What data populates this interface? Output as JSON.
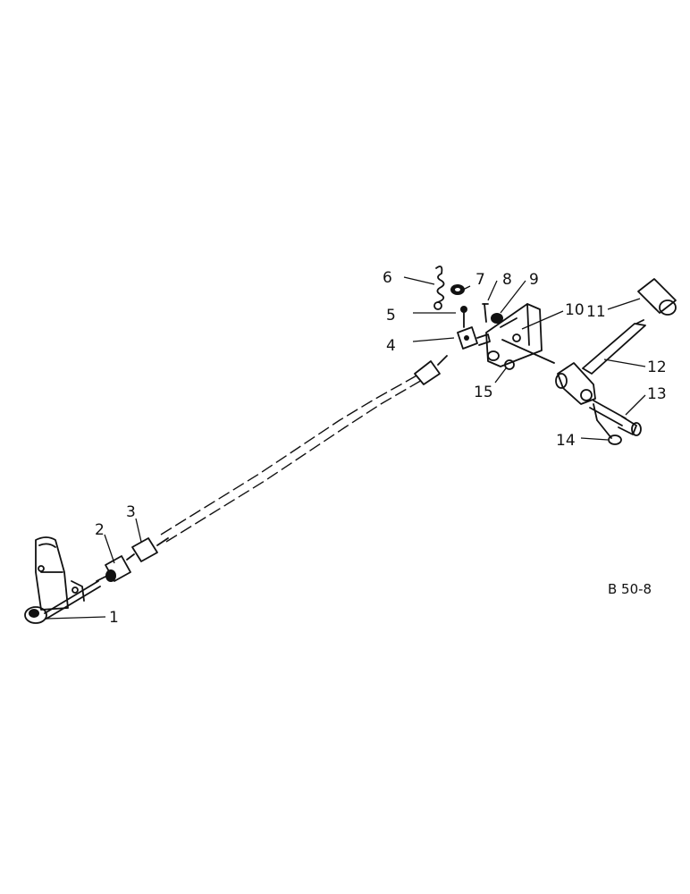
{
  "figure_ref": "B 50-8",
  "callouts": [
    "1",
    "2",
    "3",
    "4",
    "5",
    "6",
    "7",
    "8",
    "9",
    "10",
    "11",
    "12",
    "13",
    "14",
    "15"
  ]
}
